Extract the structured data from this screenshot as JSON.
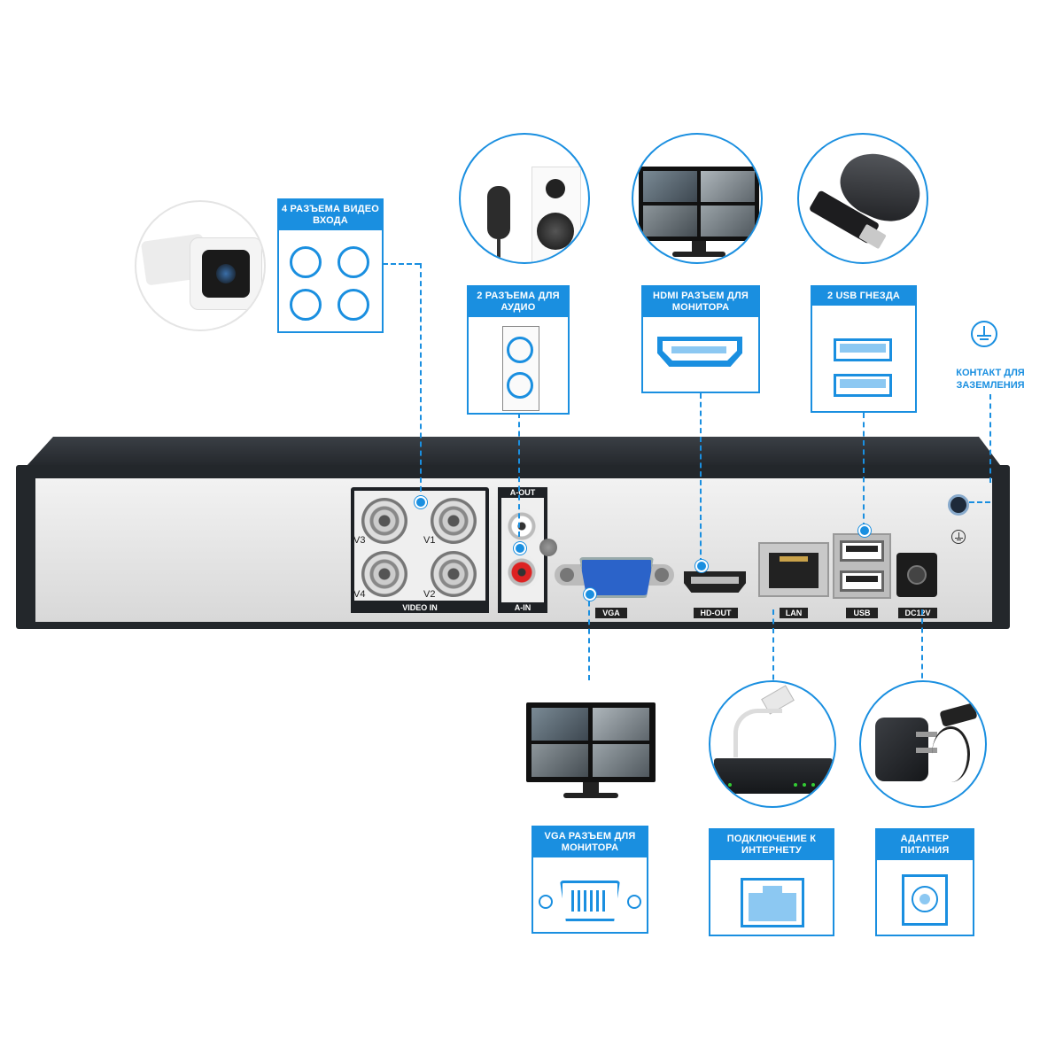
{
  "callouts": {
    "video_in": "4 РАЗЪЕМА ВИДЕО ВХОДА",
    "audio": "2 РАЗЪЕМА ДЛЯ АУДИО",
    "hdmi": "HDMI РАЗЪЕМ ДЛЯ МОНИТОРА",
    "usb": "2 USB ГНЕЗДА",
    "ground": "КОНТАКТ ДЛЯ ЗАЗЕМЛЕНИЯ",
    "vga": "VGA РАЗЪЕМ ДЛЯ МОНИТОРА",
    "lan": "ПОДКЛЮЧЕНИЕ К ИНТЕРНЕТУ",
    "power": "АДАПТЕР ПИТАНИЯ"
  },
  "panel_labels": {
    "v1": "V1",
    "v2": "V2",
    "v3": "V3",
    "v4": "V4",
    "video_in": "VIDEO IN",
    "a_out": "A-OUT",
    "a_in": "A-IN",
    "vga": "VGA",
    "hd_out": "HD-OUT",
    "lan": "LAN",
    "usb": "USB",
    "dc12v": "DC12V"
  },
  "colors": {
    "accent": "#1a8fe0",
    "panel": "#e6e6e6",
    "case": "#2a2e33"
  }
}
